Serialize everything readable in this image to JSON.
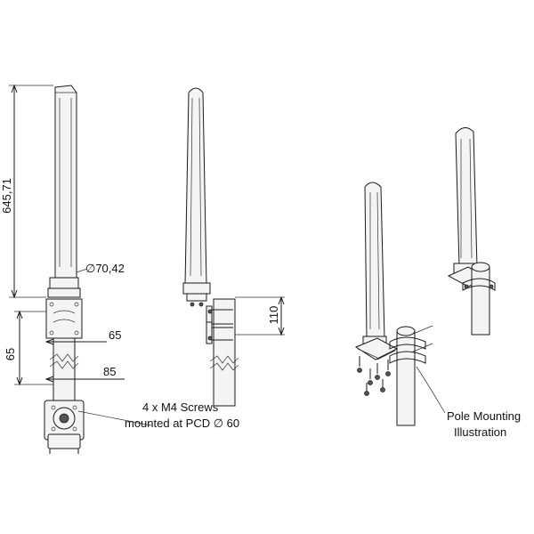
{
  "dimensions": {
    "height_total": "645,71",
    "diameter": "∅70,42",
    "base_height": "65",
    "mount_width_65": "65",
    "mount_width_85": "85",
    "clamp_height": "110"
  },
  "callouts": {
    "screws_line1": "4 x M4 Screws",
    "screws_line2": "mounted at PCD ∅ 60",
    "pole_mount_line1": "Pole Mounting",
    "pole_mount_line2": "Illustration"
  },
  "colors": {
    "line": "#1a1a1a",
    "fill": "#f4f4f4",
    "background": "#ffffff"
  }
}
